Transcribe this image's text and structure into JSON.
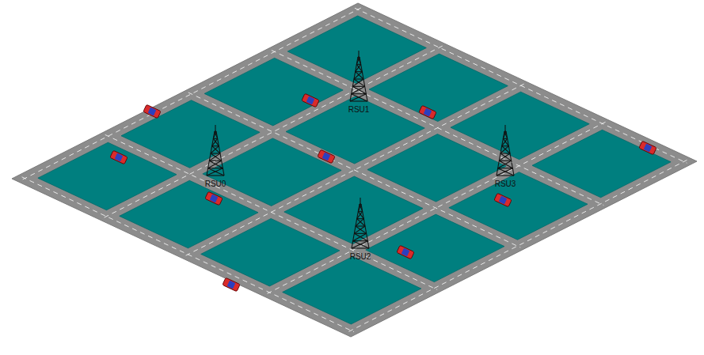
{
  "diagram": {
    "labels": [
      "RSU0",
      "RSU1",
      "RSU2",
      "RSU3"
    ]
  }
}
